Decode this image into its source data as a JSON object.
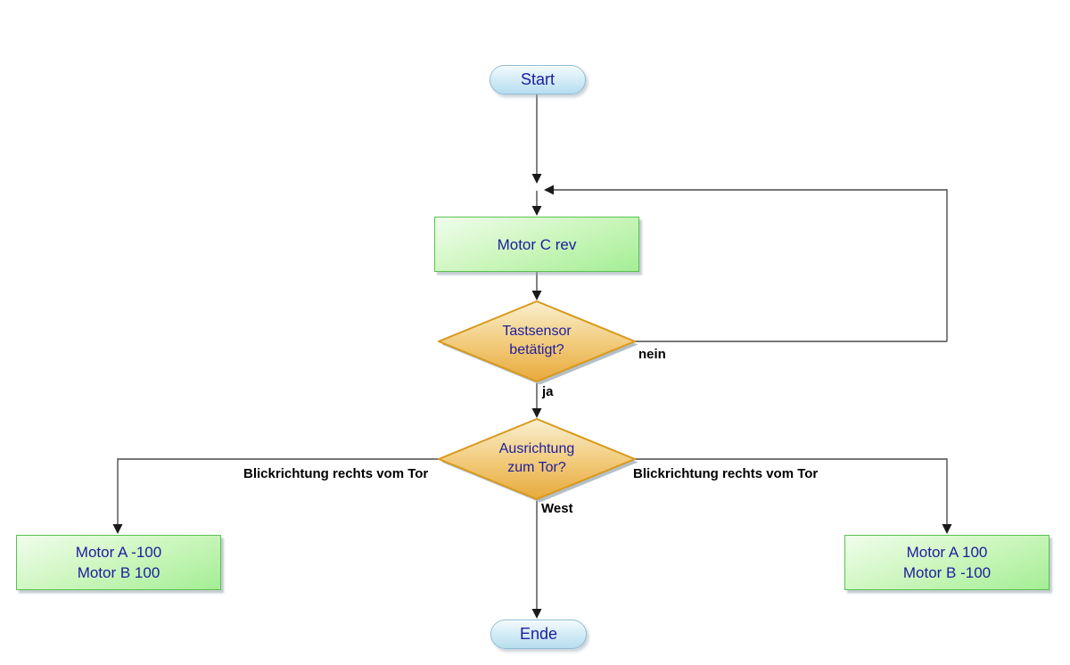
{
  "diagram": {
    "type": "flowchart",
    "nodes": {
      "start": {
        "label": "Start"
      },
      "motor_c": {
        "label": "Motor C rev"
      },
      "decision_tastsensor": {
        "line1": "Tastsensor",
        "line2": "betätigt?"
      },
      "decision_ausrichtung": {
        "line1": "Ausrichtung",
        "line2": "zum Tor?"
      },
      "motor_left": {
        "line1": "Motor A -100",
        "line2": "Motor B 100"
      },
      "motor_right": {
        "line1": "Motor A 100",
        "line2": "Motor B -100"
      },
      "ende": {
        "label": "Ende"
      }
    },
    "edge_labels": {
      "nein": "nein",
      "ja": "ja",
      "west": "West",
      "left_branch": "Blickrichtung rechts vom Tor",
      "right_branch": "Blickrichtung rechts vom Tor"
    },
    "colors": {
      "terminator_fill": "#c7e7f4",
      "terminator_border": "#8fbdd5",
      "process_fill": "#a4ee95",
      "process_border": "#58c24e",
      "decision_fill_top": "#f9efd0",
      "decision_fill_bottom": "#e8a93c",
      "decision_border": "#d8991b",
      "node_text": "#1d1d9f",
      "edge_label_text": "#000000",
      "connector": "#4c4c4c",
      "background": "#ffffff"
    }
  }
}
